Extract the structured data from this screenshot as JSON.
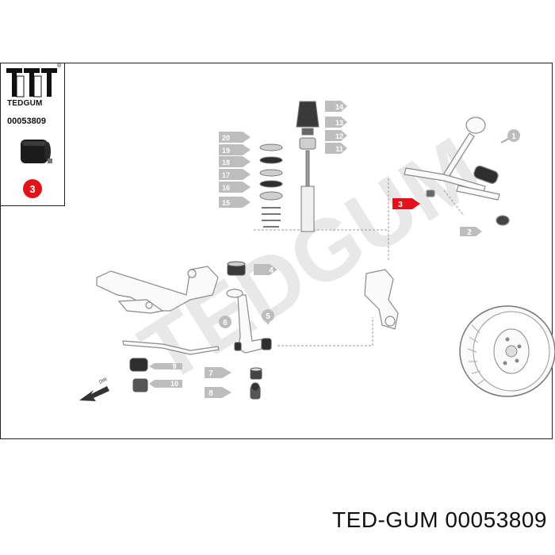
{
  "brand": {
    "name": "TEDGUM",
    "registered_mark": "®"
  },
  "part_number": "00053809",
  "highlight_number": "3",
  "callouts": [
    "1",
    "2",
    "3",
    "4",
    "5",
    "6",
    "7",
    "8",
    "9",
    "10",
    "11",
    "12",
    "13",
    "14",
    "15",
    "16",
    "17",
    "18",
    "19",
    "20"
  ],
  "watermark": "TEDGUM",
  "caption": "TED-GUM 00053809",
  "colors": {
    "accent": "#e3121a",
    "callout_gray": "#a9a9a9",
    "line": "#8a8a8a",
    "watermark": "#e6e6e6"
  },
  "icons": [
    "tedgum-logo-icon",
    "bushing-product-icon",
    "direction-arrow-icon"
  ]
}
